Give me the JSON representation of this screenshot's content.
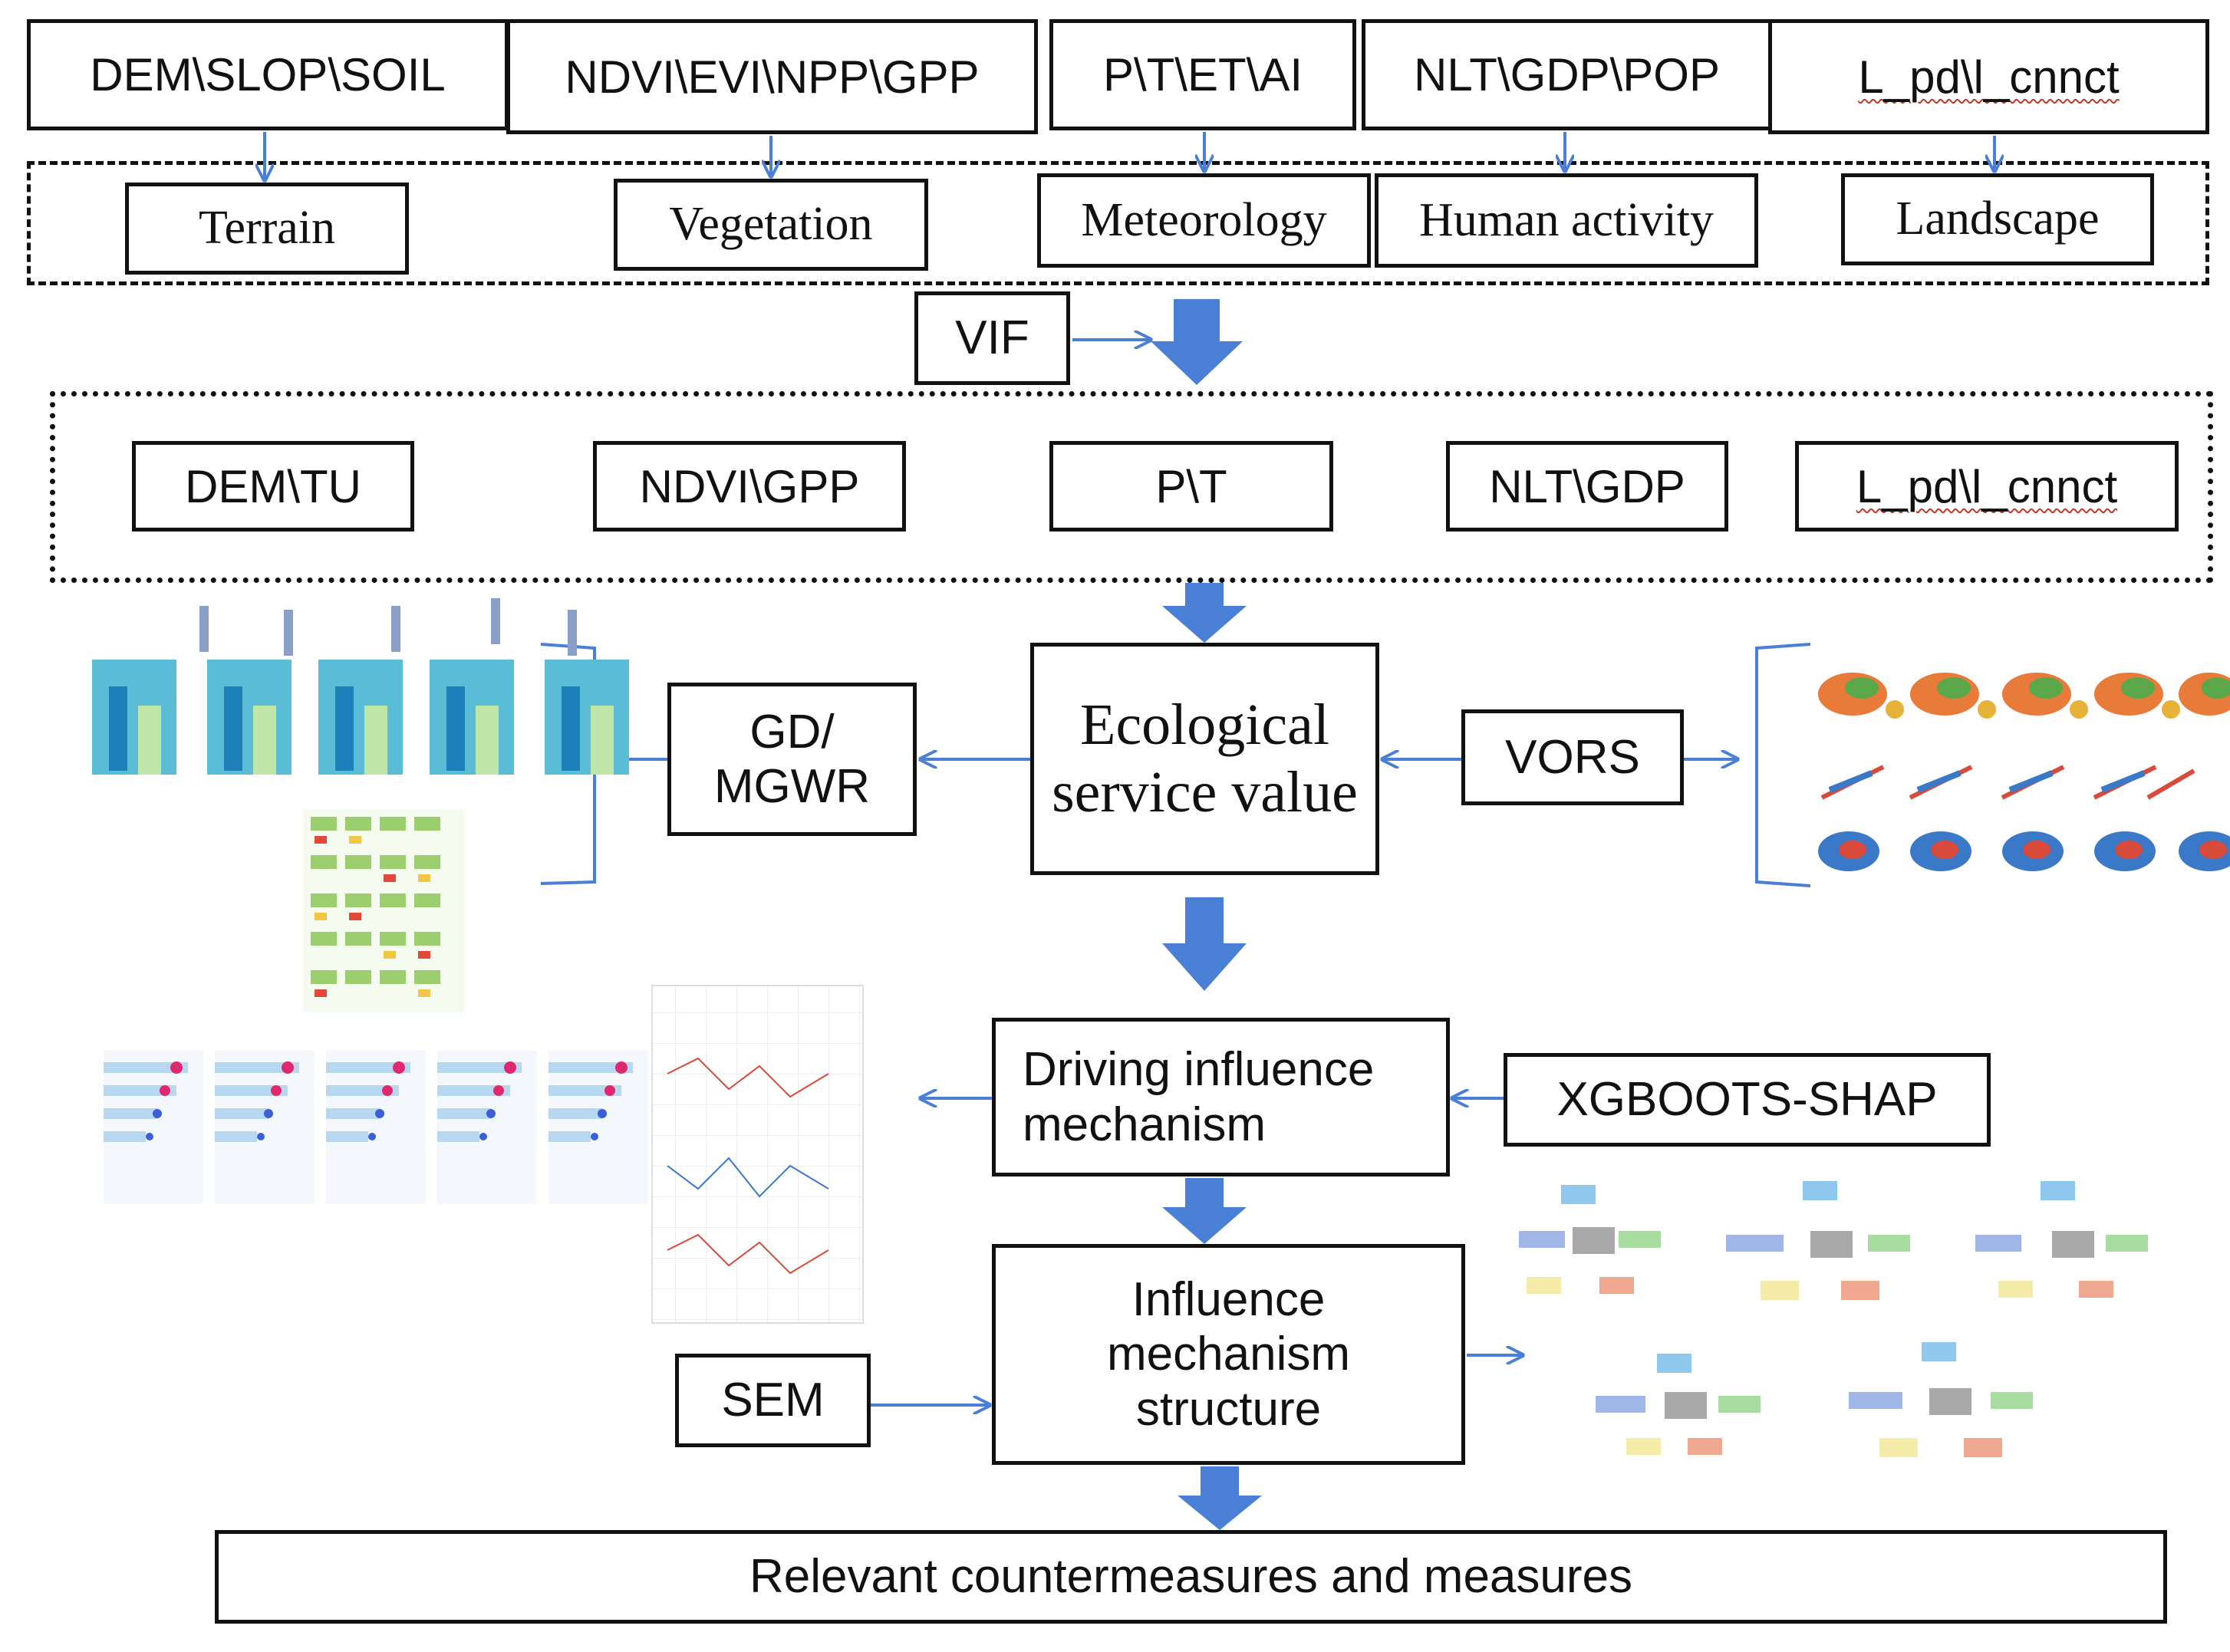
{
  "inputs": {
    "terrain": "DEM\\SLOP\\SOIL",
    "vegetation": "NDVI\\EVI\\NPP\\GPP",
    "meteorology": "P\\T\\ET\\AI",
    "human": "NLT\\GDP\\POP",
    "landscape": "L_pd\\l_cnnct"
  },
  "categories": {
    "terrain": "Terrain",
    "vegetation": "Vegetation",
    "meteorology": "Meteorology",
    "human": "Human activity",
    "landscape": "Landscape"
  },
  "vif": "VIF",
  "selected": {
    "terrain": "DEM\\TU",
    "vegetation": "NDVI\\GPP",
    "meteorology": "P\\T",
    "human": "NLT\\GDP",
    "landscape": "L_pd\\l_cnnct"
  },
  "esv": "Ecological service value",
  "gd_mgwr": "GD/ MGWR",
  "vors": "VORS",
  "driving": "Driving influence mechanism",
  "xgboost": "XGBOOTS-SHAP",
  "sem": "SEM",
  "structure": "Influence mechanism structure",
  "countermeasures": "Relevant countermeasures and measures",
  "colors": {
    "arrow": "#4a7fd6",
    "border": "#111111"
  }
}
